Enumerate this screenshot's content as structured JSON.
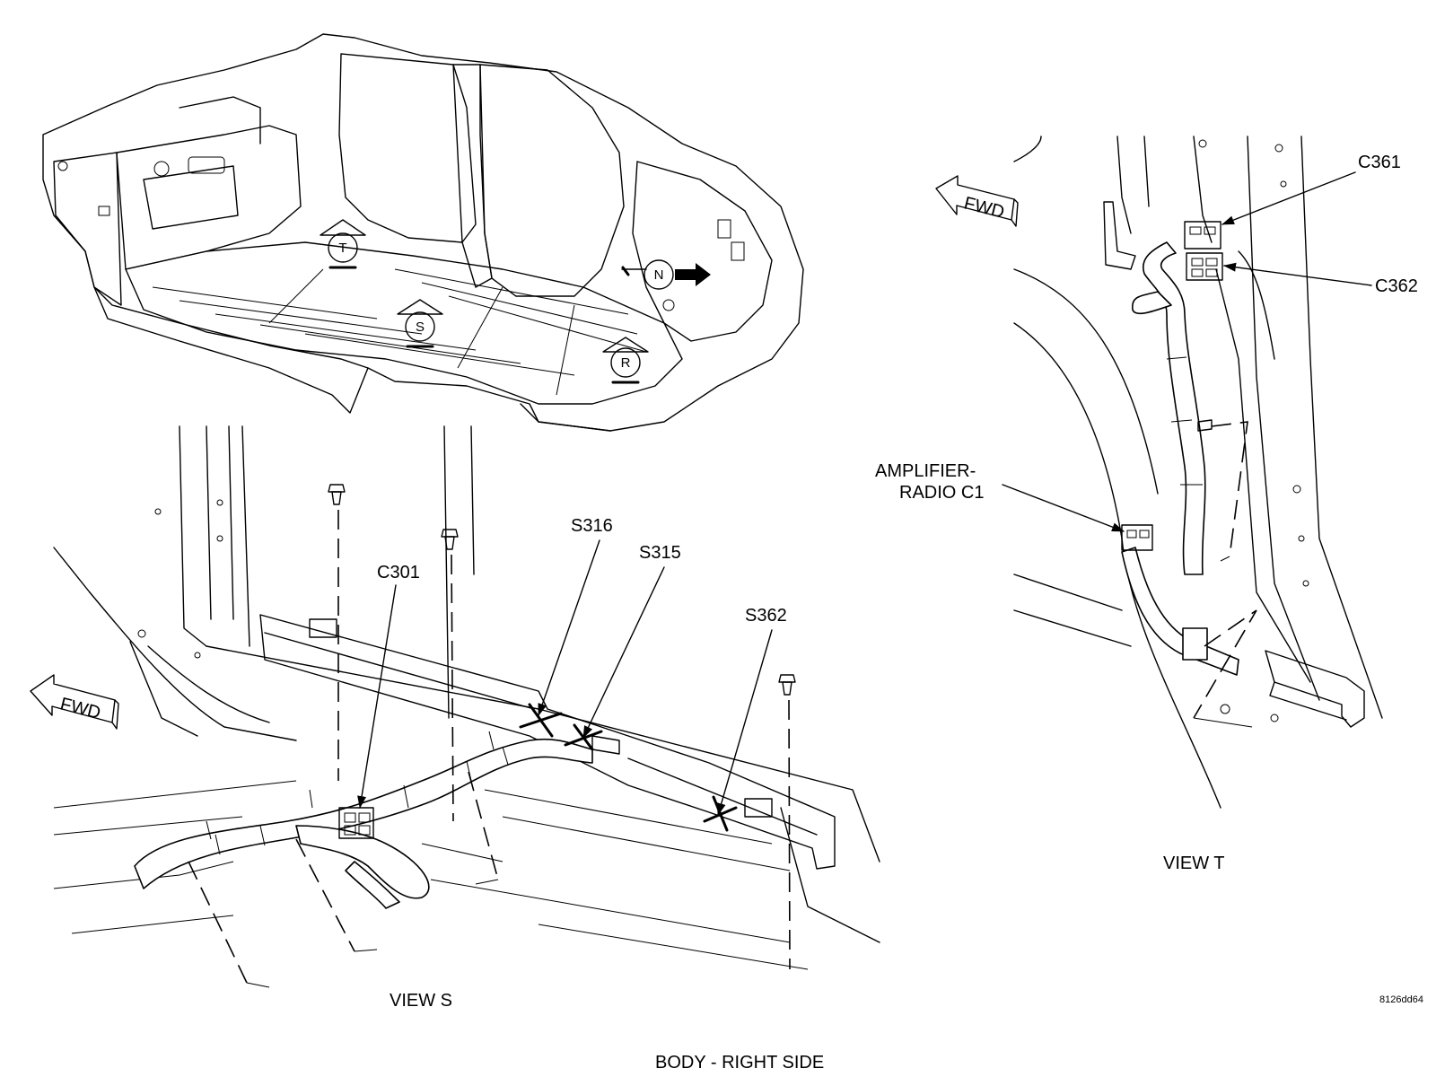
{
  "diagram": {
    "title": "BODY - RIGHT SIDE",
    "figure_code": "8126dd64",
    "views": {
      "view_s": "VIEW S",
      "view_t": "VIEW T"
    },
    "view_markers": [
      "T",
      "S",
      "N",
      "R"
    ],
    "direction_label": "FWD",
    "callouts": {
      "c301": "C301",
      "s316": "S316",
      "s315": "S315",
      "s362": "S362",
      "c361": "C361",
      "c362": "C362",
      "amp_line1": "AMPLIFIER-",
      "amp_line2": "RADIO C1"
    }
  }
}
